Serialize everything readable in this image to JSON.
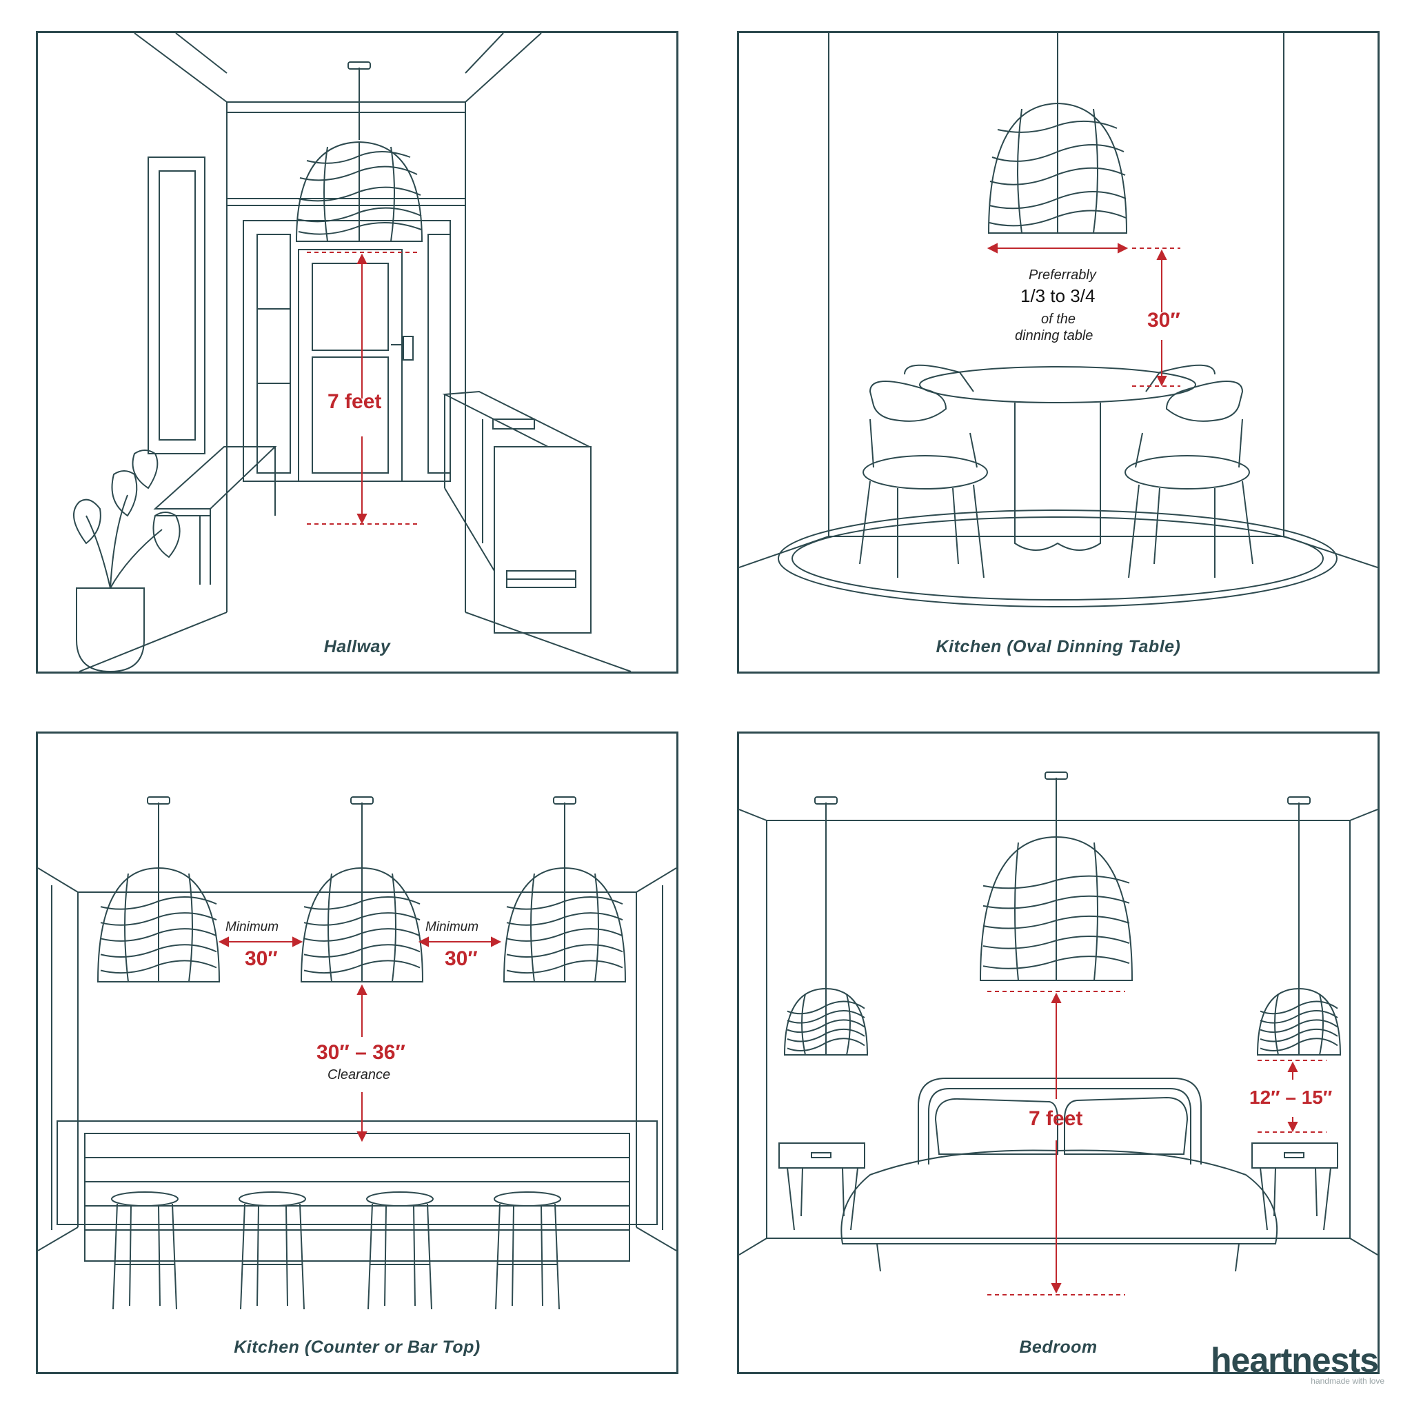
{
  "colors": {
    "line": "#2d4a4f",
    "accent": "#c0272d",
    "text": "#222222"
  },
  "panels": {
    "hallway": {
      "caption": "Hallway",
      "height_label": "7 feet"
    },
    "kitchen_oval": {
      "caption": "Kitchen (Oval Dinning Table)",
      "clearance_label": "30″",
      "width_note_1": "Preferrably",
      "width_note_2": "1/3 to 3/4",
      "width_note_3": "of the",
      "width_note_4": "dinning table"
    },
    "kitchen_counter": {
      "caption": "Kitchen (Counter or Bar Top)",
      "min_label": "Minimum",
      "spacing_label": "30″",
      "clearance_value": "30″ – 36″",
      "clearance_word": "Clearance"
    },
    "bedroom": {
      "caption": "Bedroom",
      "height_label": "7 feet",
      "side_label": "12″ – 15″"
    }
  },
  "logo": {
    "name": "heartnests",
    "tagline": "handmade with love"
  }
}
